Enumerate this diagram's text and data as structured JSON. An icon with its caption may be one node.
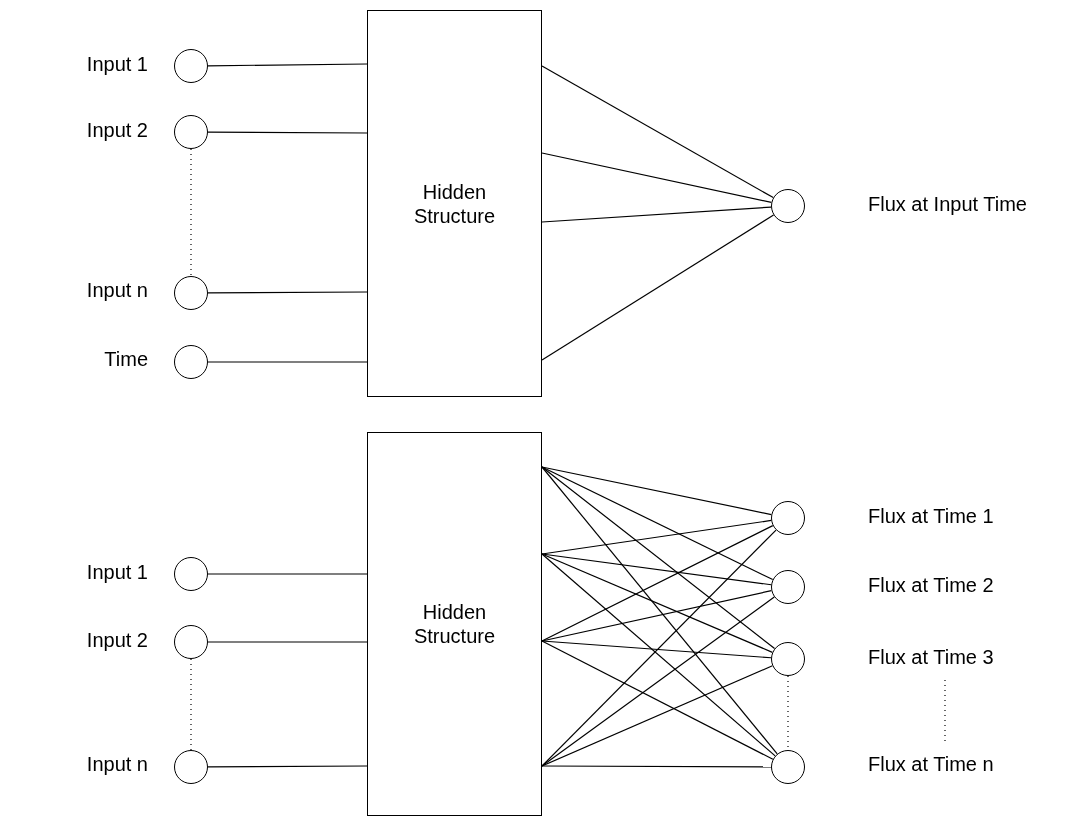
{
  "diagram": {
    "nodes": [
      {
        "text": [],
        "shape": "circle",
        "beside": [
          "Input 1"
        ]
      },
      {
        "text": [],
        "shape": "circle",
        "beside": [
          "Input 2"
        ]
      },
      {
        "text": [],
        "shape": "circle",
        "beside": [
          "Input n"
        ]
      },
      {
        "text": [],
        "shape": "circle",
        "beside": [
          "Time"
        ]
      },
      {
        "text": [
          "Hidden Structure"
        ]
      },
      {
        "text": [],
        "shape": "circle",
        "beside": [
          "Flux at Input Time"
        ]
      },
      {
        "text": [],
        "shape": "circle",
        "beside": [
          "Input 1"
        ]
      },
      {
        "text": [],
        "shape": "circle",
        "beside": [
          "Input 2"
        ]
      },
      {
        "text": [],
        "shape": "circle",
        "beside": [
          "Input n"
        ]
      },
      {
        "text": [
          "Hidden Structure"
        ]
      },
      {
        "text": [],
        "shape": "circle",
        "beside": [
          "Flux at Time 1"
        ]
      },
      {
        "text": [],
        "shape": "circle",
        "beside": [
          "Flux at Time 2"
        ]
      },
      {
        "text": [],
        "shape": "circle",
        "beside": [
          "Flux at Time 3"
        ]
      },
      {
        "text": [],
        "shape": "circle",
        "beside": [
          "Flux at Time n"
        ]
      }
    ],
    "edges": [
      {
        "from": 0,
        "to": 4,
        "arrow": "none"
      },
      {
        "from": 1,
        "to": 4,
        "arrow": "none"
      },
      {
        "from": 2,
        "to": 4,
        "arrow": "none"
      },
      {
        "from": 3,
        "to": 4,
        "arrow": "none"
      },
      {
        "from": 4,
        "to": 5,
        "arrow": "none"
      },
      {
        "from": 4,
        "to": 5,
        "arrow": "none"
      },
      {
        "from": 4,
        "to": 5,
        "arrow": "none"
      },
      {
        "from": 4,
        "to": 5,
        "arrow": "none"
      },
      {
        "from": 1,
        "to": 2,
        "arrow": "none",
        "style": "dashed"
      },
      {
        "from": 6,
        "to": 9,
        "arrow": "none"
      },
      {
        "from": 7,
        "to": 9,
        "arrow": "none"
      },
      {
        "from": 8,
        "to": 9,
        "arrow": "none"
      },
      {
        "from": 7,
        "to": 8,
        "arrow": "none",
        "style": "dashed"
      },
      {
        "from": 9,
        "to": 10,
        "arrow": "none"
      },
      {
        "from": 9,
        "to": 11,
        "arrow": "none"
      },
      {
        "from": 9,
        "to": 12,
        "arrow": "none"
      },
      {
        "from": 9,
        "to": 13,
        "arrow": "none"
      },
      {
        "from": 9,
        "to": 10,
        "arrow": "none"
      },
      {
        "from": 9,
        "to": 11,
        "arrow": "none"
      },
      {
        "from": 9,
        "to": 12,
        "arrow": "none"
      },
      {
        "from": 9,
        "to": 13,
        "arrow": "none"
      },
      {
        "from": 9,
        "to": 10,
        "arrow": "none"
      },
      {
        "from": 9,
        "to": 11,
        "arrow": "none"
      },
      {
        "from": 9,
        "to": 12,
        "arrow": "none"
      },
      {
        "from": 9,
        "to": 13,
        "arrow": "none"
      },
      {
        "from": 9,
        "to": 10,
        "arrow": "none"
      },
      {
        "from": 9,
        "to": 11,
        "arrow": "none"
      },
      {
        "from": 9,
        "to": 12,
        "arrow": "none"
      },
      {
        "from": 9,
        "to": 13,
        "arrow": "none"
      },
      {
        "from": 12,
        "to": 13,
        "arrow": "none",
        "style": "dashed"
      }
    ]
  }
}
